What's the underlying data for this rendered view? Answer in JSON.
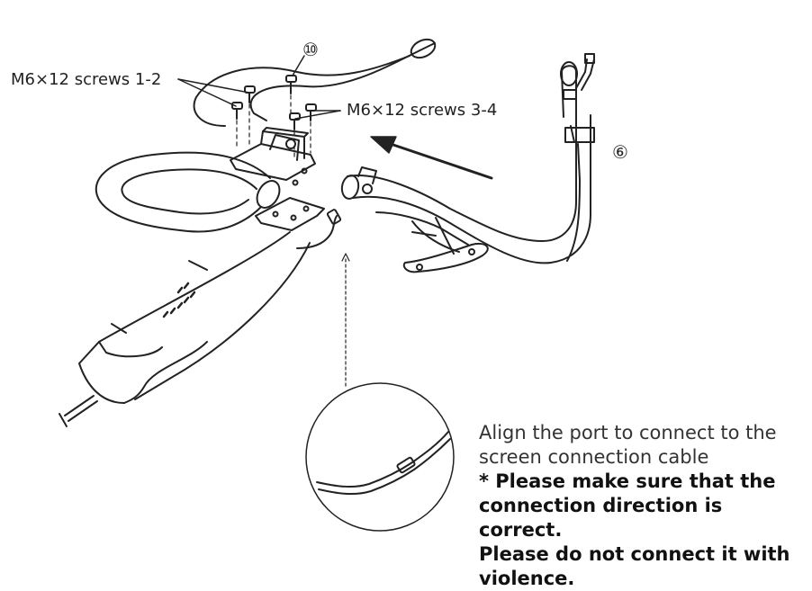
{
  "labels": {
    "screws_1_2": "M6×12 screws 1-2",
    "screws_3_4": "M6×12 screws 3-4",
    "part_10": "⑩",
    "part_6": "⑥"
  },
  "instructions": {
    "line1": "Align the port to connect to the",
    "line2": "screen connection cable",
    "warn1": "* Please make sure that the",
    "warn2": "connection direction is correct.",
    "warn3": "Please do not connect it with",
    "warn4": "violence."
  }
}
